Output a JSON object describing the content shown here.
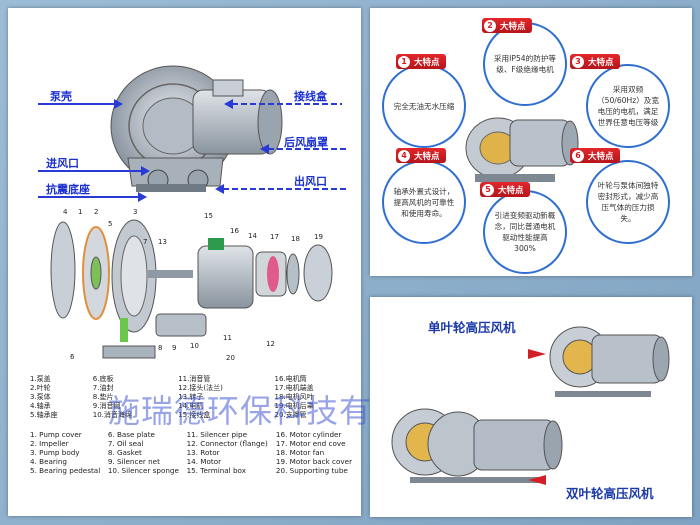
{
  "callouts": {
    "pump_cover": "泵壳",
    "terminal_box": "接线盒",
    "rear_fan_cover": "后风扇罩",
    "inlet": "进风口",
    "outlet": "出风口",
    "shock_base": "抗震底座"
  },
  "exploded_numbers": [
    "1",
    "2",
    "3",
    "4",
    "5",
    "6",
    "7",
    "8",
    "9",
    "10",
    "11",
    "12",
    "13",
    "14",
    "15",
    "16",
    "17",
    "18",
    "19",
    "20"
  ],
  "legend_cn": [
    [
      "1.泵盖",
      "6.底板",
      "11.消音管",
      "16.电机筒"
    ],
    [
      "2.叶轮",
      "7.油封",
      "12.接头(法兰)",
      "17.电机端盖"
    ],
    [
      "3.泵体",
      "8.垫片",
      "13.转子",
      "18.电机风叶"
    ],
    [
      "4.轴承",
      "9.消音网",
      "14.电机",
      "19.电机后罩"
    ],
    [
      "5.轴承座",
      "10.消音海绵",
      "15.接线盒",
      "20.支撑管"
    ]
  ],
  "legend_en": [
    [
      "1. Pump cover",
      "6. Base plate",
      "11. Silencer pipe",
      "16. Motor cylinder"
    ],
    [
      "2. Impeller",
      "7. Oil seal",
      "12. Connector (flange)",
      "17. Motor end cove"
    ],
    [
      "3. Pump body",
      "8. Gasket",
      "13. Rotor",
      "18. Motor fan"
    ],
    [
      "4. Bearing",
      "9. Silencer net",
      "14. Motor",
      "19. Motor back cover"
    ],
    [
      "5. Bearing pedestal",
      "10. Silencer sponge",
      "15. Terminal box",
      "20. Supporting tube"
    ]
  ],
  "watermark": "施瑞德环保科技有限公司",
  "features": [
    {
      "num": "1",
      "title": "大特点",
      "text": "完全无油无水压缩"
    },
    {
      "num": "2",
      "title": "大特点",
      "text": "采用IP54的防护等级、F级绝缘电机"
    },
    {
      "num": "3",
      "title": "大特点",
      "text": "采用双频（50/60Hz）及宽电压的电机，满足世界任意电压等级"
    },
    {
      "num": "4",
      "title": "大特点",
      "text": "轴承外置式设计，提高风机的可靠性和使用寿命。"
    },
    {
      "num": "5",
      "title": "大特点",
      "text": "引进变频驱动新概念，同比普通电机驱动性能提高300%"
    },
    {
      "num": "6",
      "title": "大特点",
      "text": "叶轮与泵体间独特密封形式，减少高压气体的压力损失。"
    }
  ],
  "single": "单叶轮高压风机",
  "double": "双叶轮高压风机",
  "colors": {
    "accent": "#1a2fd0",
    "badge_red": "#d51c22",
    "ring_blue": "#2f6fd0"
  }
}
